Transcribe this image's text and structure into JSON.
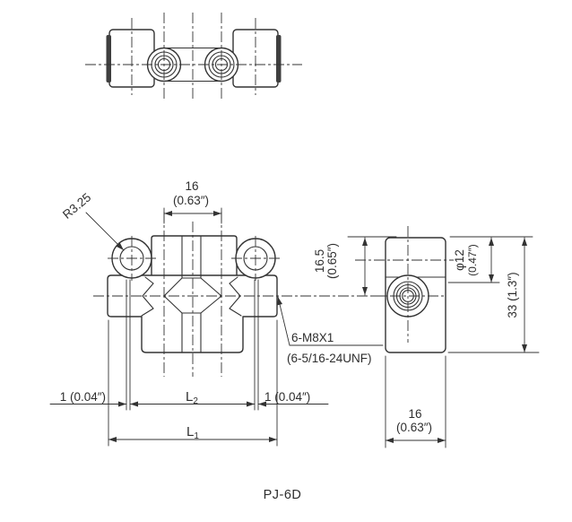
{
  "part_label": "PJ-6D",
  "colors": {
    "ink": "#333333",
    "background": "#ffffff"
  },
  "front_view": {
    "width_dim": {
      "mm": "16",
      "inch": "(0.63″)"
    },
    "radius_callout": "R3.25",
    "height_dim": {
      "mm": "16.5",
      "inch": "(0.65″)"
    },
    "thread_callout": {
      "line1": "6-M8X1",
      "line2": "(6-5/16-24UNF)"
    },
    "left_offset_dim": "1 (0.04″)",
    "right_offset_dim": "1 (0.04″)",
    "l2_dim": {
      "main": "L",
      "sub": "2"
    },
    "l1_dim": {
      "main": "L",
      "sub": "1"
    }
  },
  "side_view": {
    "port_dia_dim": {
      "label": "φ12",
      "inch": "(0.47″)"
    },
    "height_dim": "33 (1.3″)",
    "width_dim": {
      "mm": "16",
      "inch": "(0.63″)"
    }
  }
}
